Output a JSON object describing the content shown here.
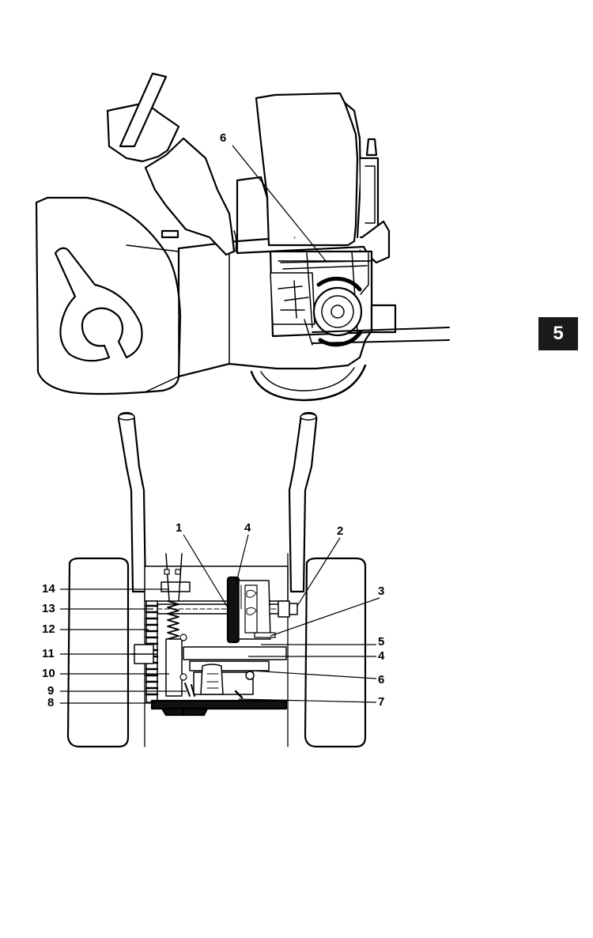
{
  "section_tab": {
    "label": "5",
    "color": "#1a1a1a"
  },
  "side_view": {
    "icon": "snowblower-side-view",
    "callouts": [
      {
        "id": "6",
        "label": "6"
      }
    ]
  },
  "rear_view": {
    "icon": "snowblower-rear-view",
    "callouts": [
      {
        "id": "1",
        "label": "1"
      },
      {
        "id": "4a",
        "label": "4"
      },
      {
        "id": "2",
        "label": "2"
      },
      {
        "id": "3",
        "label": "3"
      },
      {
        "id": "14",
        "label": "14"
      },
      {
        "id": "13",
        "label": "13"
      },
      {
        "id": "12",
        "label": "12"
      },
      {
        "id": "5",
        "label": "5"
      },
      {
        "id": "4b",
        "label": "4"
      },
      {
        "id": "11",
        "label": "11"
      },
      {
        "id": "10",
        "label": "10"
      },
      {
        "id": "6",
        "label": "6"
      },
      {
        "id": "9",
        "label": "9"
      },
      {
        "id": "8",
        "label": "8"
      },
      {
        "id": "7",
        "label": "7"
      }
    ]
  }
}
